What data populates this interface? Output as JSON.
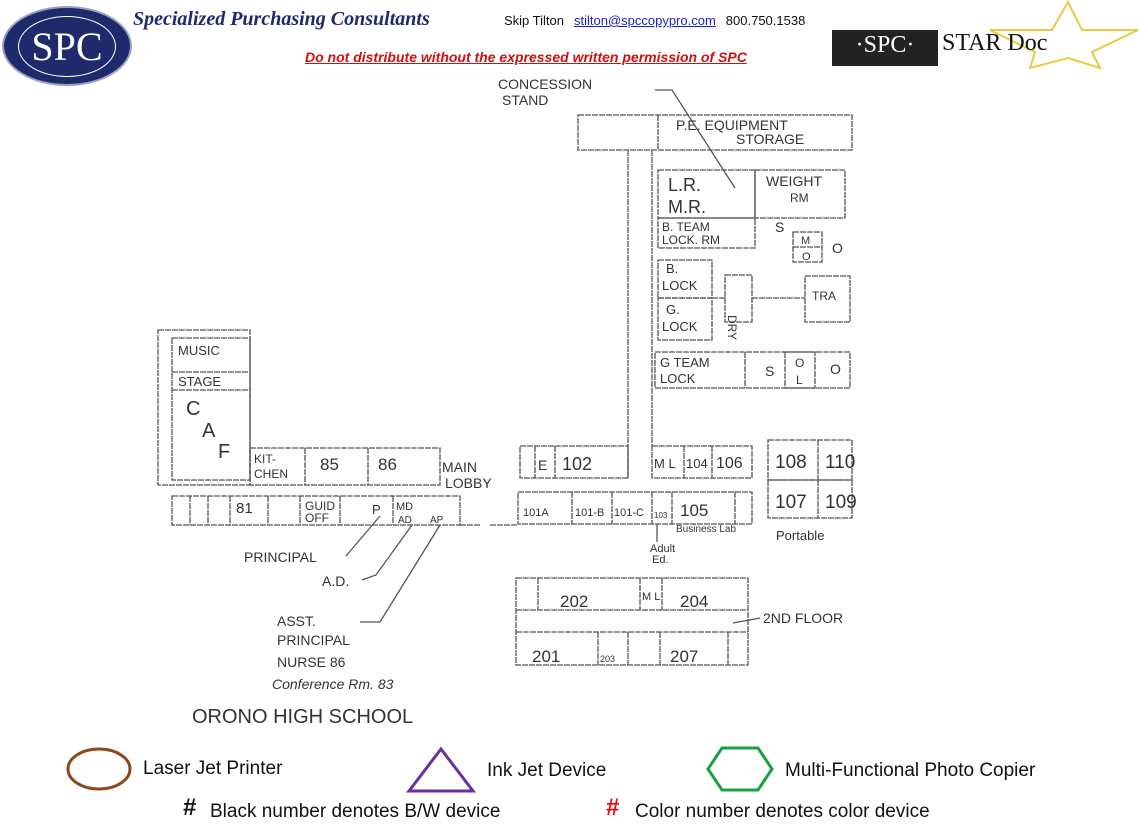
{
  "header": {
    "logo_text": "SPC",
    "company": "Specialized Purchasing Consultants",
    "contact_name": "Skip Tilton",
    "contact_email": "stilton@spccopypro.com",
    "contact_phone": "800.750.1538",
    "warning": "Do not distribute without the expressed written permission of SPC",
    "star_logo_left": "·SPC·",
    "star_logo_right": "STAR Doc"
  },
  "floorplan": {
    "labels": {
      "concession": "CONCESSION",
      "stand": "STAND",
      "pe1": "P.E. EQUIPMENT",
      "pe2": "STORAGE",
      "lr": "L.R.",
      "mr": "M.R.",
      "weight1": "WEIGHT",
      "weight2": "RM",
      "bteam1": "B. TEAM",
      "bteam2": "LOCK. RM",
      "s1": "S",
      "m1": "M",
      "o1": "O",
      "o2": "O",
      "block1": "B.",
      "block2": "LOCK",
      "glock1": "G.",
      "glock2": "LOCK",
      "dry": "DRY",
      "tra": "TRA",
      "gteam1": "G TEAM",
      "gteam2": "LOCK",
      "s2": "S",
      "ol1": "O",
      "ol2": "L",
      "o3": "O",
      "music": "MUSIC",
      "stage": "STAGE",
      "c": "C",
      "a": "A",
      "f": "F",
      "kit1": "KIT-",
      "kit2": "CHEN",
      "r85": "85",
      "r86": "86",
      "lobby1": "MAIN",
      "lobby2": "LOBBY",
      "e": "E",
      "r102": "102",
      "ml": "M L",
      "r104": "104",
      "r106": "106",
      "r108": "108",
      "r110": "110",
      "r107": "107",
      "r109": "109",
      "r81": "81",
      "guid1": "GUID",
      "guid2": "OFF",
      "p": "P",
      "md": "MD",
      "ad": "AD",
      "ap": "AP",
      "r101a": "101A",
      "r101b": "101-B",
      "r101c": "101-C",
      "r103": "103",
      "r105": "105",
      "business": "Business Lab",
      "portable": "Portable",
      "adult1": "Adult",
      "adult2": "Ed.",
      "principal": "PRINCIPAL",
      "adlabel": "A.D.",
      "asst1": "ASST.",
      "asst2": "PRINCIPAL",
      "nurse": "NURSE 86",
      "conference": "Conference Rm. 83",
      "r202": "202",
      "ml2": "M L",
      "r204": "204",
      "second": "2ND FLOOR",
      "r201": "201",
      "r203": "203",
      "r207": "207",
      "school": "ORONO HIGH SCHOOL"
    }
  },
  "legend": {
    "items": [
      {
        "shape": "circle-icon",
        "label": "Laser Jet Printer",
        "color": "#8b4a1a"
      },
      {
        "shape": "triangle-icon",
        "label": "Ink Jet Device",
        "color": "#6a2fa0"
      },
      {
        "shape": "hexagon-icon",
        "label": "Multi-Functional Photo Copier",
        "color": "#1aa040"
      }
    ],
    "hash": "#",
    "bw_note": "Black number denotes B/W device",
    "color_note": "Color number denotes color device",
    "bw_color": "#111111",
    "color_color": "#e01010"
  }
}
